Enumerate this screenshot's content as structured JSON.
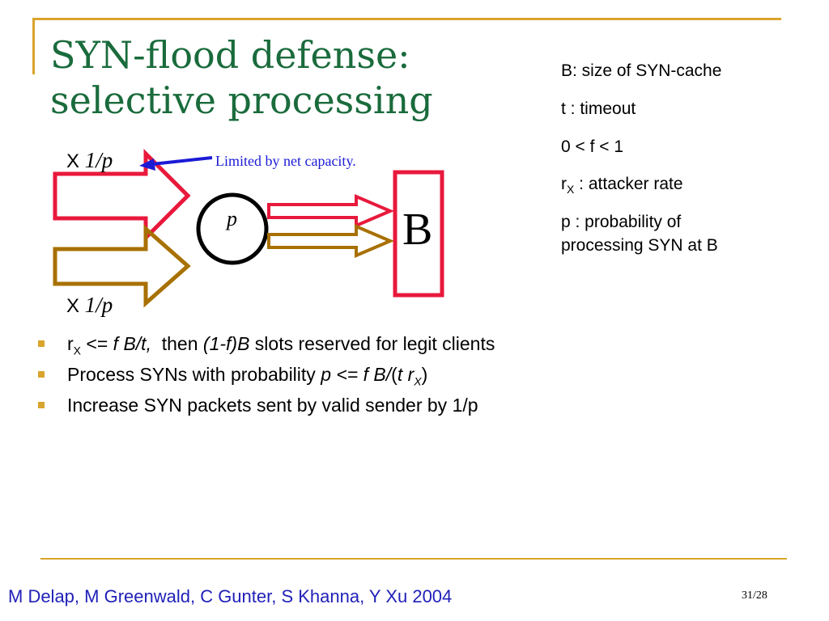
{
  "title": {
    "line1": "SYN-flood defense:",
    "line2": "selective processing"
  },
  "definitions": {
    "b_def": "B: size of SYN-cache",
    "t_def": "t : timeout",
    "f_def": "0 < f < 1",
    "r_base": "r",
    "r_sub": "X",
    "r_rest": " : attacker rate",
    "p_line1": "p : probability of",
    "p_line2": "processing SYN at B"
  },
  "diagram": {
    "top_multiplier": {
      "x": "X ",
      "frac": "1/p"
    },
    "bottom_multiplier": {
      "x": "X ",
      "frac": "1/p"
    },
    "note": "Limited by net capacity.",
    "node_label": "p",
    "cache_label": "B",
    "colors": {
      "legit": "#e8193c",
      "attacker": "#a87000",
      "note": "#1b1bd6"
    }
  },
  "bullets": {
    "b1": {
      "r": "r",
      "sub": "X",
      "lte": " <= ",
      "fbt": "f B/t,",
      "then": "  then ",
      "expr": "(1-f)B",
      "rest": " slots reserved for legit clients"
    },
    "b2": {
      "text": "Process SYNs with probability ",
      "expr1": "p <= f B/",
      "open": "(",
      "expr2": "t r",
      "sub": "X",
      "close": ")"
    },
    "b3": {
      "text": "Increase SYN packets sent by valid sender by 1/p"
    }
  },
  "footer": {
    "authors": "M Delap, M Greenwald, C Gunter, S Khanna, Y Xu 2004",
    "page": "31/28"
  },
  "colors": {
    "title": "#1a6b3c",
    "frame": "#d9a42c",
    "footer_text": "#1f1fb8"
  }
}
